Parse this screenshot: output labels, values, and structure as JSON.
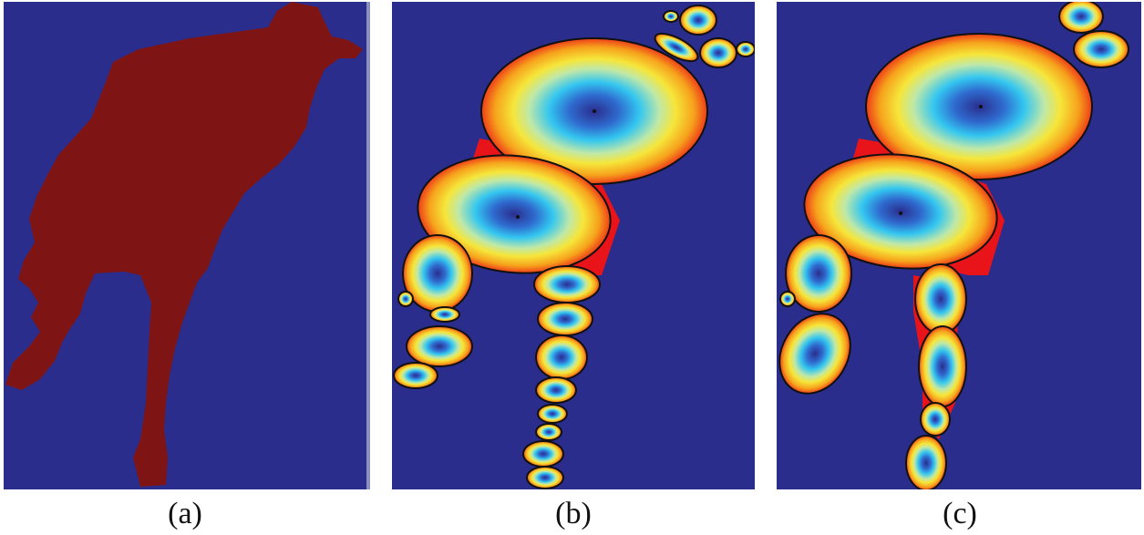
{
  "colors": {
    "background": "#2b2d8c",
    "silhouette": "#7f1414",
    "overlap": "#e8141a"
  },
  "panels": [
    {
      "id": "a",
      "caption": "(a)"
    },
    {
      "id": "b",
      "caption": "(b)"
    },
    {
      "id": "c",
      "caption": "(c)"
    }
  ]
}
